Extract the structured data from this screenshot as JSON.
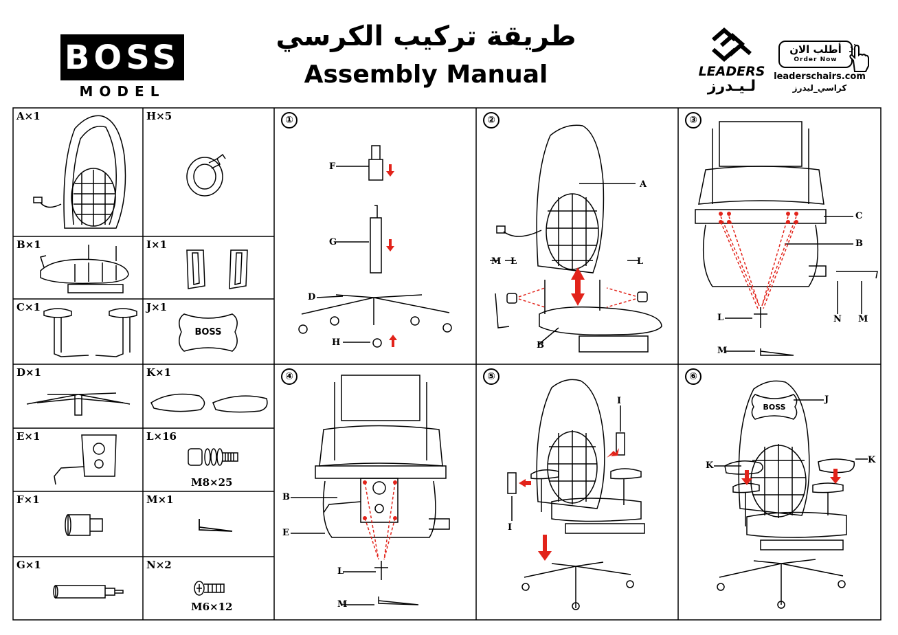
{
  "header": {
    "brand": "BOSS",
    "model": "MODEL",
    "title_ar": "طريقة تركيب الكرسي",
    "title_en": "Assembly  Manual",
    "company_en": "LEADERS",
    "company_ar": "لـيـدرز",
    "order_ar": "أطلب الان",
    "order_en": "Order Now",
    "website": "leaderschairs.com",
    "website_ar": "كراسي_ليدرز"
  },
  "parts": [
    {
      "id": "A",
      "label": "A×1"
    },
    {
      "id": "B",
      "label": "B×1"
    },
    {
      "id": "C",
      "label": "C×1"
    },
    {
      "id": "D",
      "label": "D×1"
    },
    {
      "id": "E",
      "label": "E×1"
    },
    {
      "id": "F",
      "label": "F×1"
    },
    {
      "id": "G",
      "label": "G×1"
    },
    {
      "id": "H",
      "label": "H×5"
    },
    {
      "id": "I",
      "label": "I×1"
    },
    {
      "id": "J",
      "label": "J×1",
      "print": "BOSS"
    },
    {
      "id": "K",
      "label": "K×1"
    },
    {
      "id": "L",
      "label": "L×16",
      "size": "M8×25"
    },
    {
      "id": "M",
      "label": "M×1"
    },
    {
      "id": "N",
      "label": "N×2",
      "size": "M6×12"
    }
  ],
  "steps": [
    {
      "num": "①",
      "callouts": {
        "f": "F",
        "g": "G",
        "d": "D",
        "h": "H"
      }
    },
    {
      "num": "②",
      "callouts": {
        "a": "A",
        "m": "M",
        "l1": "L",
        "l2": "L",
        "b": "B"
      }
    },
    {
      "num": "③",
      "callouts": {
        "c": "C",
        "b": "B",
        "l": "L",
        "n": "N",
        "m1": "M",
        "m2": "M"
      }
    },
    {
      "num": "④",
      "callouts": {
        "b": "B",
        "e": "E",
        "l": "L",
        "m": "M"
      }
    },
    {
      "num": "⑤",
      "callouts": {
        "i1": "I",
        "i2": "I"
      }
    },
    {
      "num": "⑥",
      "callouts": {
        "j": "J",
        "k1": "K",
        "k2": "K",
        "print": "BOSS"
      }
    }
  ],
  "colors": {
    "accent_red": "#e2231a",
    "line": "#000000"
  }
}
